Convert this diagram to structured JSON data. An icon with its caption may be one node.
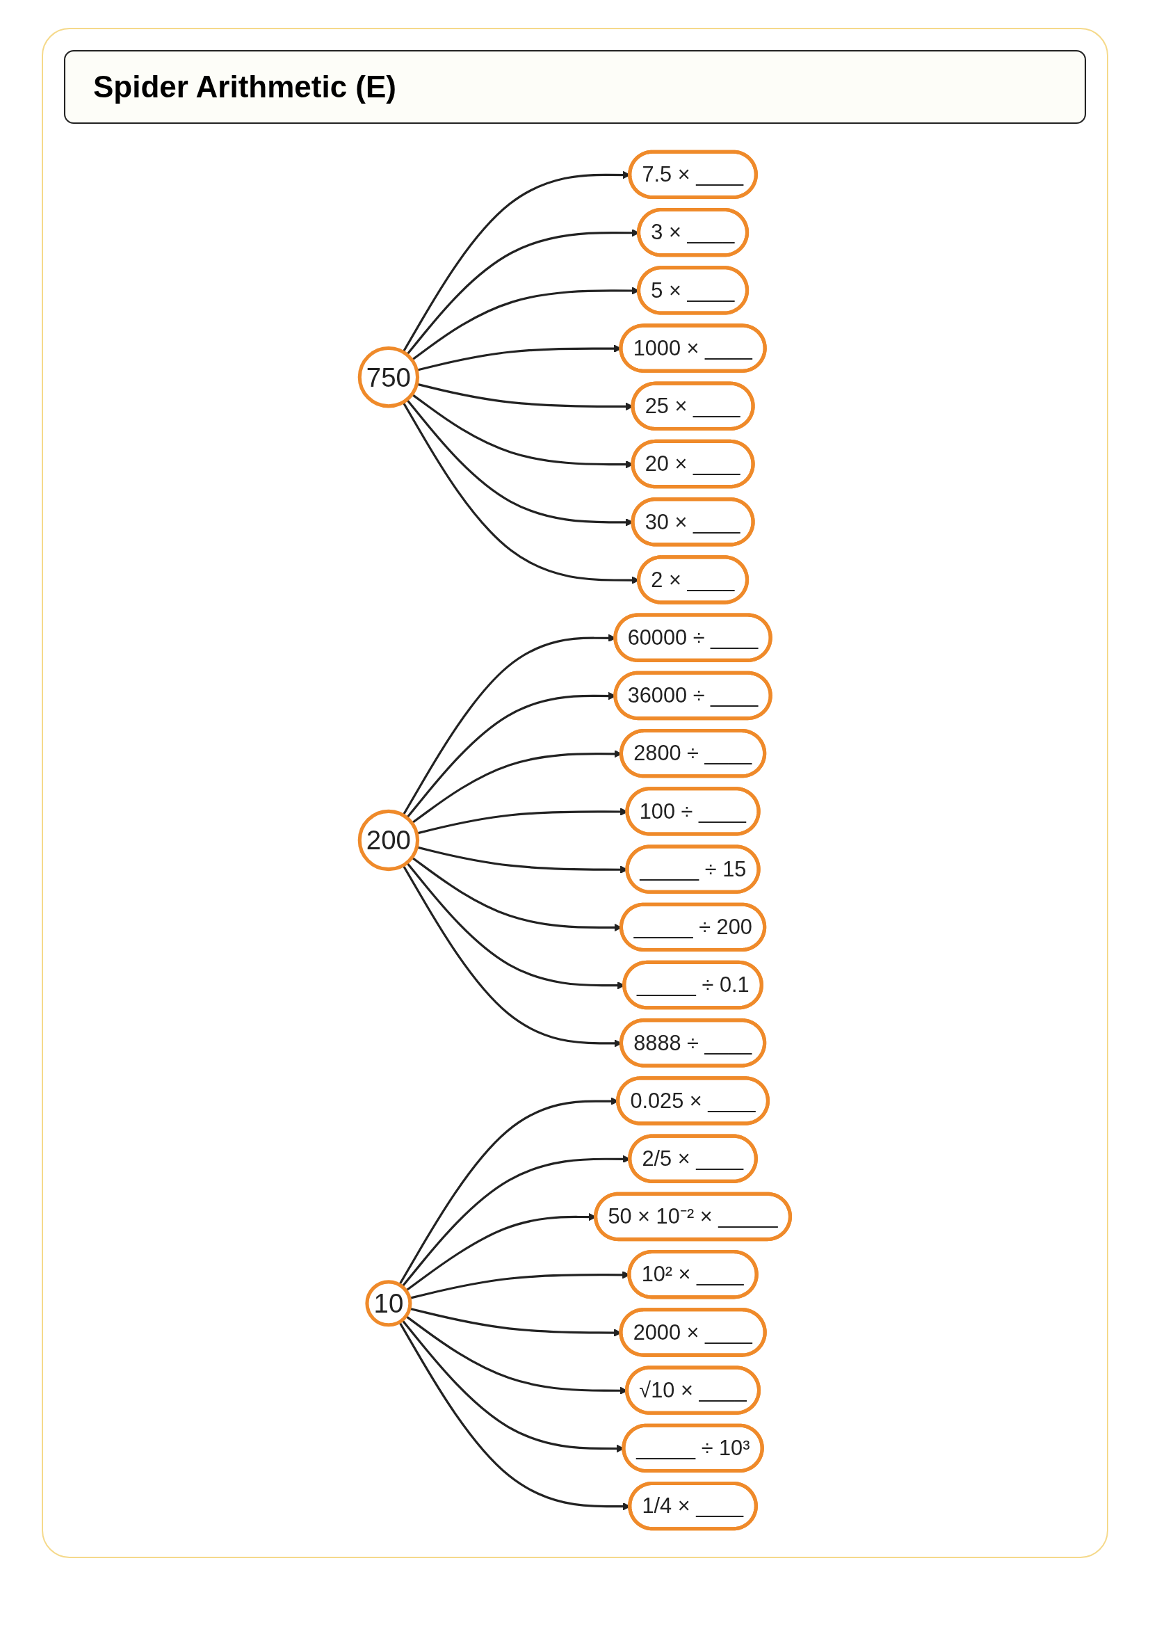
{
  "diagram": {
    "title": "Spider Arithmetic (E)",
    "nodes": [
      {
        "text": [
          "750"
        ]
      },
      {
        "text": [
          "7.5 × ____"
        ]
      },
      {
        "text": [
          "3 × ____"
        ]
      },
      {
        "text": [
          "5 × ____"
        ]
      },
      {
        "text": [
          "1000 × ____"
        ]
      },
      {
        "text": [
          "25 × ____"
        ]
      },
      {
        "text": [
          "20 × ____"
        ]
      },
      {
        "text": [
          "30 × ____"
        ]
      },
      {
        "text": [
          "2 × ____"
        ]
      },
      {
        "text": [
          "200"
        ]
      },
      {
        "text": [
          "60000 ÷ ____"
        ]
      },
      {
        "text": [
          "36000 ÷ ____"
        ]
      },
      {
        "text": [
          "2800 ÷ ____"
        ]
      },
      {
        "text": [
          "100 ÷ ____"
        ]
      },
      {
        "text": [
          "_____ ÷ 15"
        ]
      },
      {
        "text": [
          "_____ ÷ 200"
        ]
      },
      {
        "text": [
          "_____ ÷ 0.1"
        ]
      },
      {
        "text": [
          "8888 ÷ ____"
        ]
      },
      {
        "text": [
          "10"
        ]
      },
      {
        "text": [
          "0.025 × ____"
        ]
      },
      {
        "text": [
          "2/5 × ____"
        ]
      },
      {
        "text": [
          "50 × 10⁻² × _____"
        ]
      },
      {
        "text": [
          "10² × ____"
        ]
      },
      {
        "text": [
          "2000 × ____"
        ]
      },
      {
        "text": [
          "√10 × ____"
        ]
      },
      {
        "text": [
          "_____ ÷ 10³"
        ]
      },
      {
        "text": [
          "1/4 × ____"
        ]
      }
    ],
    "edges": [
      {
        "from": 0,
        "to": 1,
        "arrow": "to"
      },
      {
        "from": 0,
        "to": 2,
        "arrow": "to"
      },
      {
        "from": 0,
        "to": 3,
        "arrow": "to"
      },
      {
        "from": 0,
        "to": 4,
        "arrow": "to"
      },
      {
        "from": 0,
        "to": 5,
        "arrow": "to"
      },
      {
        "from": 0,
        "to": 6,
        "arrow": "to"
      },
      {
        "from": 0,
        "to": 7,
        "arrow": "to"
      },
      {
        "from": 0,
        "to": 8,
        "arrow": "to"
      },
      {
        "from": 9,
        "to": 10,
        "arrow": "to"
      },
      {
        "from": 9,
        "to": 11,
        "arrow": "to"
      },
      {
        "from": 9,
        "to": 12,
        "arrow": "to"
      },
      {
        "from": 9,
        "to": 13,
        "arrow": "to"
      },
      {
        "from": 9,
        "to": 14,
        "arrow": "to"
      },
      {
        "from": 9,
        "to": 15,
        "arrow": "to"
      },
      {
        "from": 9,
        "to": 16,
        "arrow": "to"
      },
      {
        "from": 9,
        "to": 17,
        "arrow": "to"
      },
      {
        "from": 18,
        "to": 19,
        "arrow": "to"
      },
      {
        "from": 18,
        "to": 20,
        "arrow": "to"
      },
      {
        "from": 18,
        "to": 21,
        "arrow": "to"
      },
      {
        "from": 18,
        "to": 22,
        "arrow": "to"
      },
      {
        "from": 18,
        "to": 23,
        "arrow": "to"
      },
      {
        "from": 18,
        "to": 24,
        "arrow": "to"
      },
      {
        "from": 18,
        "to": 25,
        "arrow": "to"
      },
      {
        "from": 18,
        "to": 26,
        "arrow": "to"
      }
    ]
  }
}
